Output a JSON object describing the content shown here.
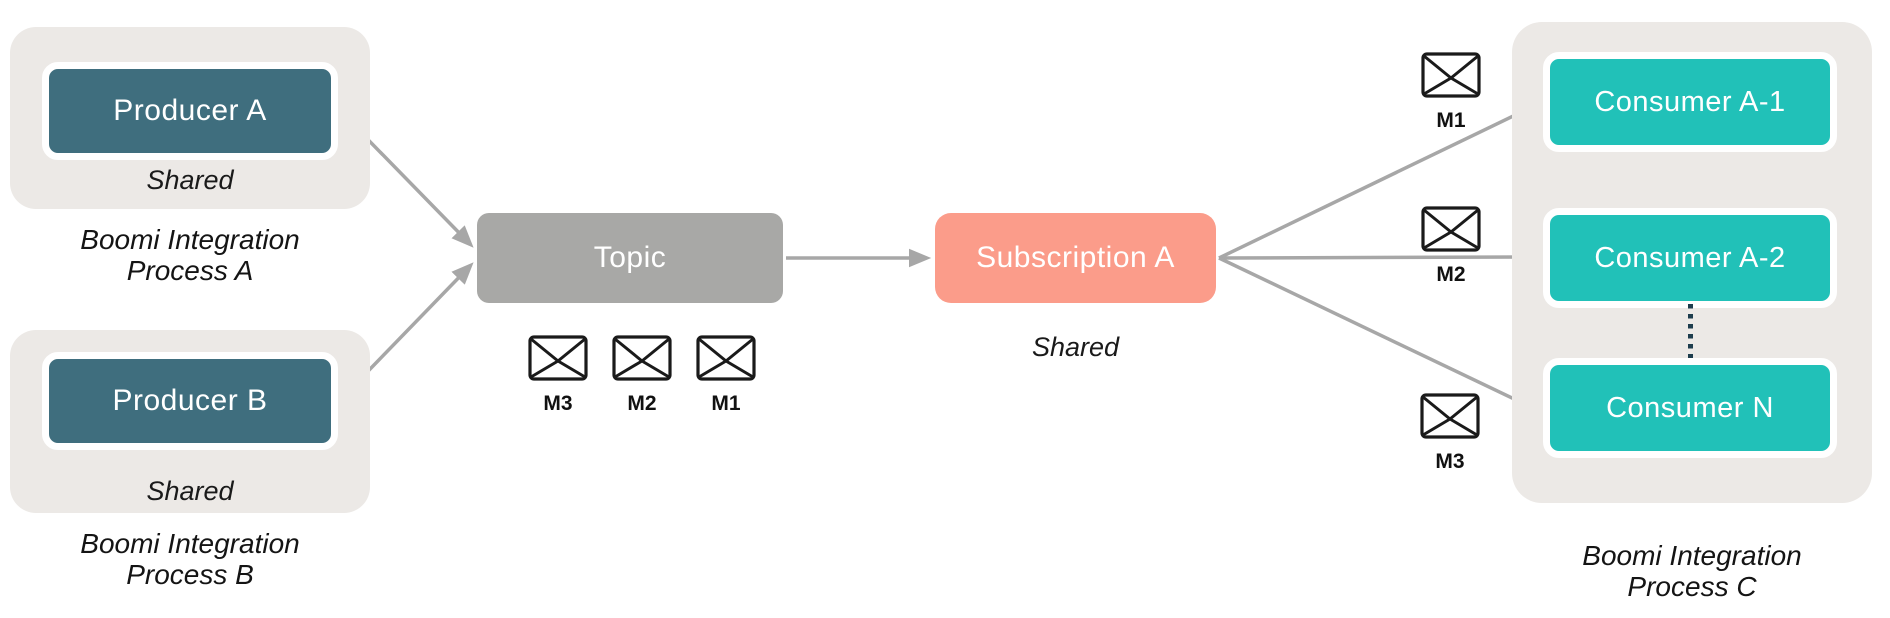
{
  "colors": {
    "producer_fill": "#3F6E7E",
    "topic_fill": "#A8A8A6",
    "subscription_fill": "#FB9C8A",
    "consumer_fill": "#21C1B8",
    "group_fill": "#ECE9E6",
    "arrow": "#A7A7A7",
    "dotted_line": "#1E3D4D",
    "text": "#1A1A1A"
  },
  "producer_groups": [
    {
      "node_label": "Producer A",
      "shared_label": "Shared",
      "caption": [
        "Boomi Integration",
        "Process A"
      ]
    },
    {
      "node_label": "Producer B",
      "shared_label": "Shared",
      "caption": [
        "Boomi Integration",
        "Process B"
      ]
    }
  ],
  "topic": {
    "label": "Topic",
    "messages": [
      {
        "id": "M3"
      },
      {
        "id": "M2"
      },
      {
        "id": "M1"
      }
    ]
  },
  "subscription": {
    "label": "Subscription A",
    "shared_label": "Shared"
  },
  "consumer_group": {
    "nodes": [
      {
        "label": "Consumer A-1"
      },
      {
        "label": "Consumer A-2"
      },
      {
        "label": "Consumer N"
      }
    ],
    "caption": [
      "Boomi Integration",
      "Process C"
    ]
  },
  "arrow_messages": [
    {
      "id": "M1"
    },
    {
      "id": "M2"
    },
    {
      "id": "M3"
    }
  ]
}
